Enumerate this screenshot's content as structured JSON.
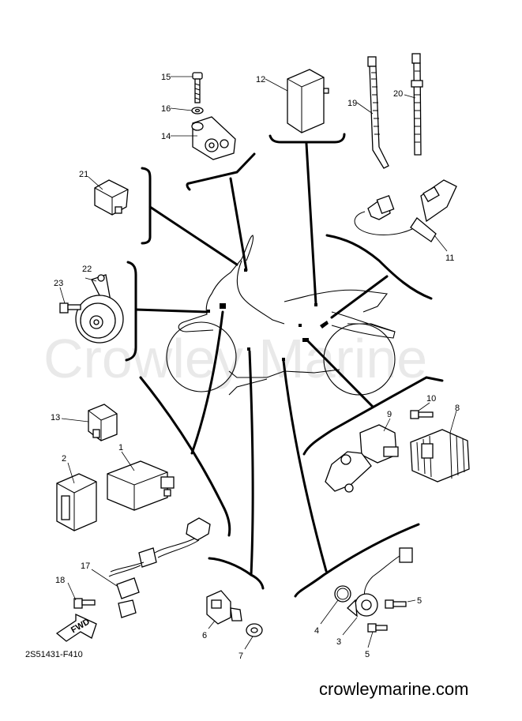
{
  "watermark": "Crowley Marine",
  "footer_code": "2S51431-F410",
  "site": "crowleymarine.com",
  "fwd_label": "FWD",
  "callouts": {
    "c1": "1",
    "c2": "2",
    "c3": "3",
    "c4": "4",
    "c5a": "5",
    "c5b": "5",
    "c6": "6",
    "c7": "7",
    "c8": "8",
    "c9": "9",
    "c10": "10",
    "c11": "11",
    "c12": "12",
    "c13": "13",
    "c14": "14",
    "c15": "15",
    "c16": "16",
    "c17": "17",
    "c18": "18",
    "c19": "19",
    "c20": "20",
    "c21": "21",
    "c22": "22",
    "c23": "23"
  }
}
